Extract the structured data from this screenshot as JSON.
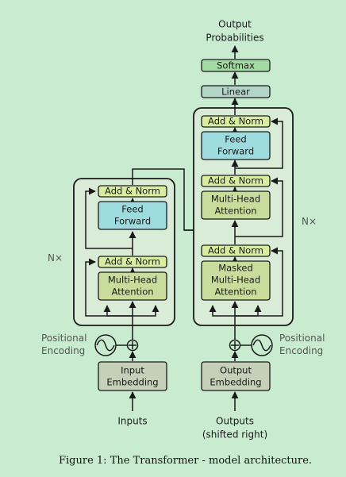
{
  "encoder": {
    "repeat": "N×",
    "add_norm_top": "Add & Norm",
    "feed_forward": [
      "Feed",
      "Forward"
    ],
    "add_norm_bottom": "Add & Norm",
    "attention": [
      "Multi-Head",
      "Attention"
    ],
    "positional": [
      "Positional",
      "Encoding"
    ],
    "embedding": [
      "Input",
      "Embedding"
    ],
    "input_label": "Inputs"
  },
  "decoder": {
    "repeat": "N×",
    "add_norm_top": "Add & Norm",
    "feed_forward": [
      "Feed",
      "Forward"
    ],
    "add_norm_mid": "Add & Norm",
    "attention": [
      "Multi-Head",
      "Attention"
    ],
    "add_norm_bottom": "Add & Norm",
    "masked_attention": [
      "Masked",
      "Multi-Head",
      "Attention"
    ],
    "positional": [
      "Positional",
      "Encoding"
    ],
    "embedding": [
      "Output",
      "Embedding"
    ],
    "input_label": [
      "Outputs",
      "(shifted right)"
    ]
  },
  "head": {
    "output": [
      "Output",
      "Probabilities"
    ],
    "softmax": "Softmax",
    "linear": "Linear"
  },
  "caption": "Figure 1: The Transformer - model architecture.",
  "colors": {
    "background": "#c9ecd0",
    "add_norm": "#d8ee9f",
    "feed_forward": "#9ddcde",
    "attention": "#c8dc9c",
    "embedding": "#c4d0b7",
    "linear": "#b2d5c8",
    "softmax": "#a3d9a3"
  }
}
